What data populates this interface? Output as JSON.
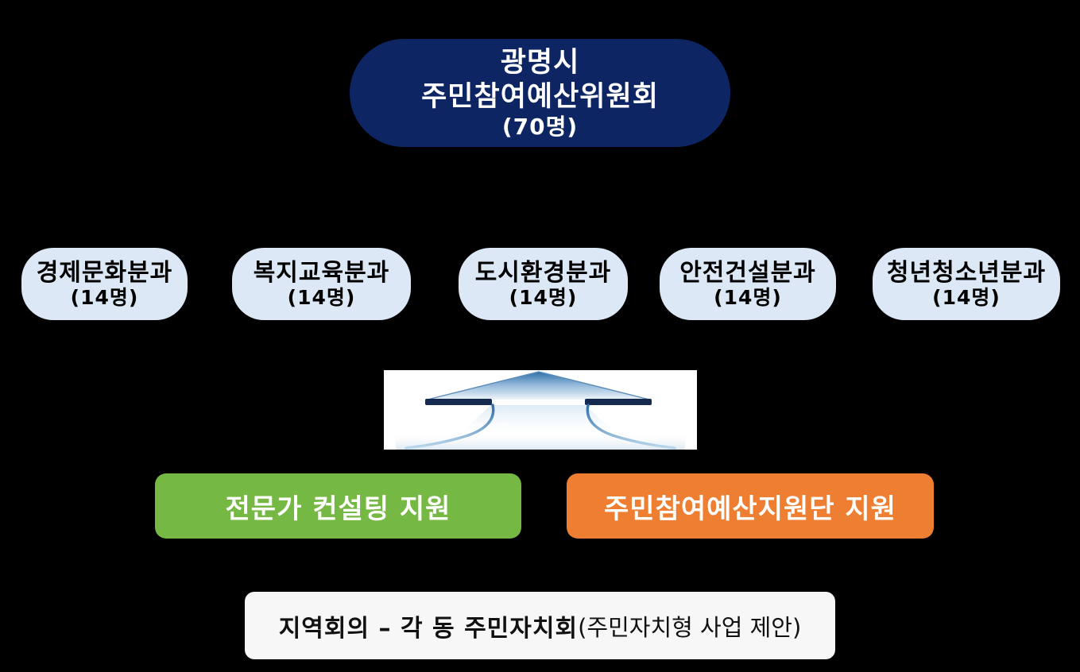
{
  "page": {
    "background_color": "#000000",
    "description": "Organization chart of Gwangmyeong City citizen participatory budget committee"
  },
  "root": {
    "line1": "광명시",
    "line2": "주민참여예산위원회",
    "count": "(70명)",
    "bg_color": "#0e2564",
    "text_color": "#ffffff"
  },
  "branches": [
    {
      "name": "경제문화분과",
      "count": "(14명)"
    },
    {
      "name": "복지교육분과",
      "count": "(14명)"
    },
    {
      "name": "도시환경분과",
      "count": "(14명)"
    },
    {
      "name": "안전건설분과",
      "count": "(14명)"
    },
    {
      "name": "청년청소년분과",
      "count": "(14명)"
    }
  ],
  "branch_style": {
    "bg_color": "#dce8f6",
    "text_color": "#000000"
  },
  "arrow": {
    "icon": "up-merge-arrow-icon",
    "bg_color": "#ffffff",
    "head_color": "#2f6ea8",
    "bar_color": "#16294f"
  },
  "supports": [
    {
      "label": "전문가 컨설팅 지원",
      "bg_color": "#75b843",
      "text_color": "#ffffff"
    },
    {
      "label": "주민참여예산지원단 지원",
      "bg_color": "#ee7e31",
      "text_color": "#ffffff"
    }
  ],
  "footer": {
    "bold_text": "지역회의 – 각 동 주민자치회",
    "regular_text": "(주민자치형 사업 제안)",
    "bg_color": "#f7f7f7",
    "text_color": "#111111"
  }
}
